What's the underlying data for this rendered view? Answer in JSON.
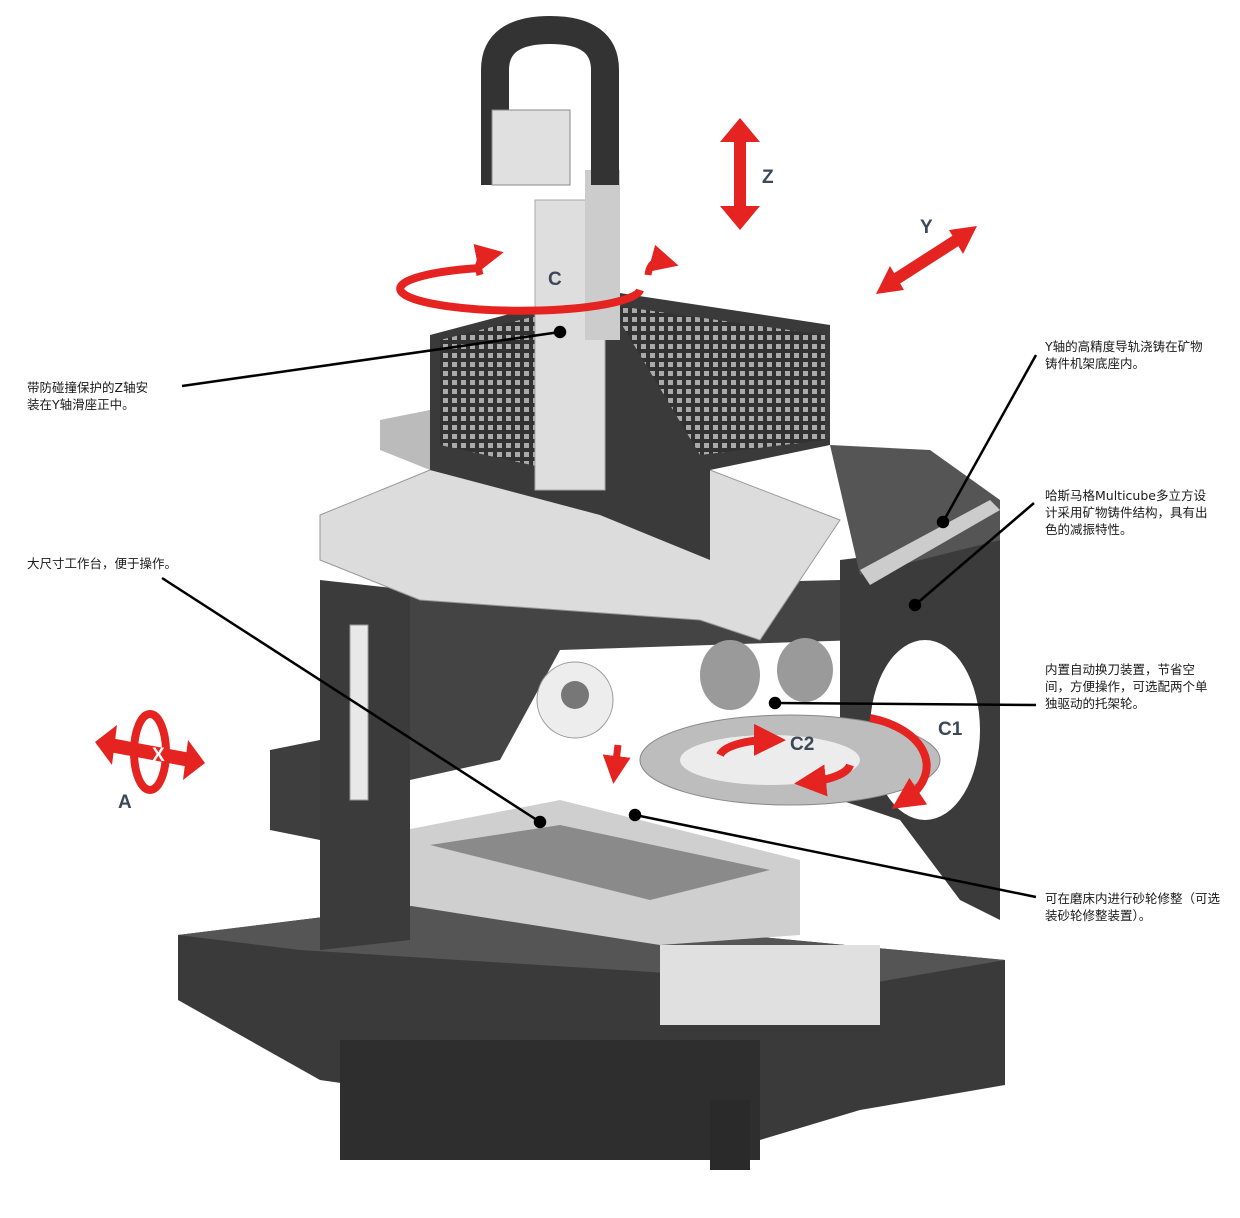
{
  "colors": {
    "arrow": "#e52320",
    "frame": "#3b3b3b",
    "metal": "#d9d9d9",
    "axis_label": "#3c4857"
  },
  "axes": {
    "z": "Z",
    "y": "Y",
    "c": "C",
    "x": "X",
    "a": "A",
    "c1": "C1",
    "c2": "C2"
  },
  "callouts": [
    {
      "text": "带防碰撞保护的Z轴安\n装在Y轴滑座正中。"
    },
    {
      "text": "大尺寸工作台，便于操作。"
    },
    {
      "text": "Y轴的高精度导轨浇铸在矿物\n铸件机架底座内。"
    },
    {
      "text": "哈斯马格Multicube多立方设\n计采用矿物铸件结构，具有出\n色的减振特性。"
    },
    {
      "text": "内置自动换刀装置，节省空\n间，方便操作，可选配两个单\n独驱动的托架轮。"
    },
    {
      "text": "可在磨床内进行砂轮修整（可选\n装砂轮修整装置）。"
    }
  ]
}
